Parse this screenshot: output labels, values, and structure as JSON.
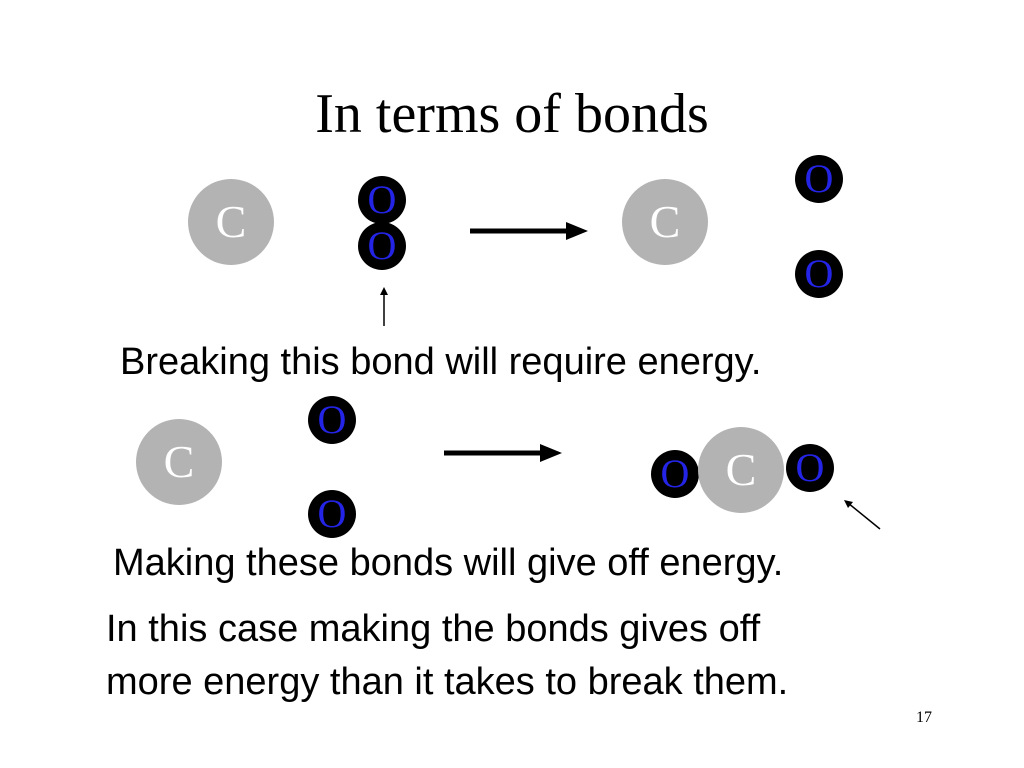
{
  "title": "In terms of bonds",
  "atoms": {
    "carbon": "C",
    "oxygen": "O"
  },
  "captions": {
    "breaking": "Breaking this bond will require energy.",
    "making": "Making these bonds will give off energy.",
    "summary_line1": "In this case making the bonds gives off",
    "summary_line2": "more energy than it takes to break them."
  },
  "page_number": "17",
  "colors": {
    "carbon": "#b3b3b3",
    "oxygen_fill": "#000000",
    "oxygen_text": "#2424e6"
  },
  "icons": [
    "reaction-arrow-icon",
    "pointer-arrow-icon"
  ]
}
